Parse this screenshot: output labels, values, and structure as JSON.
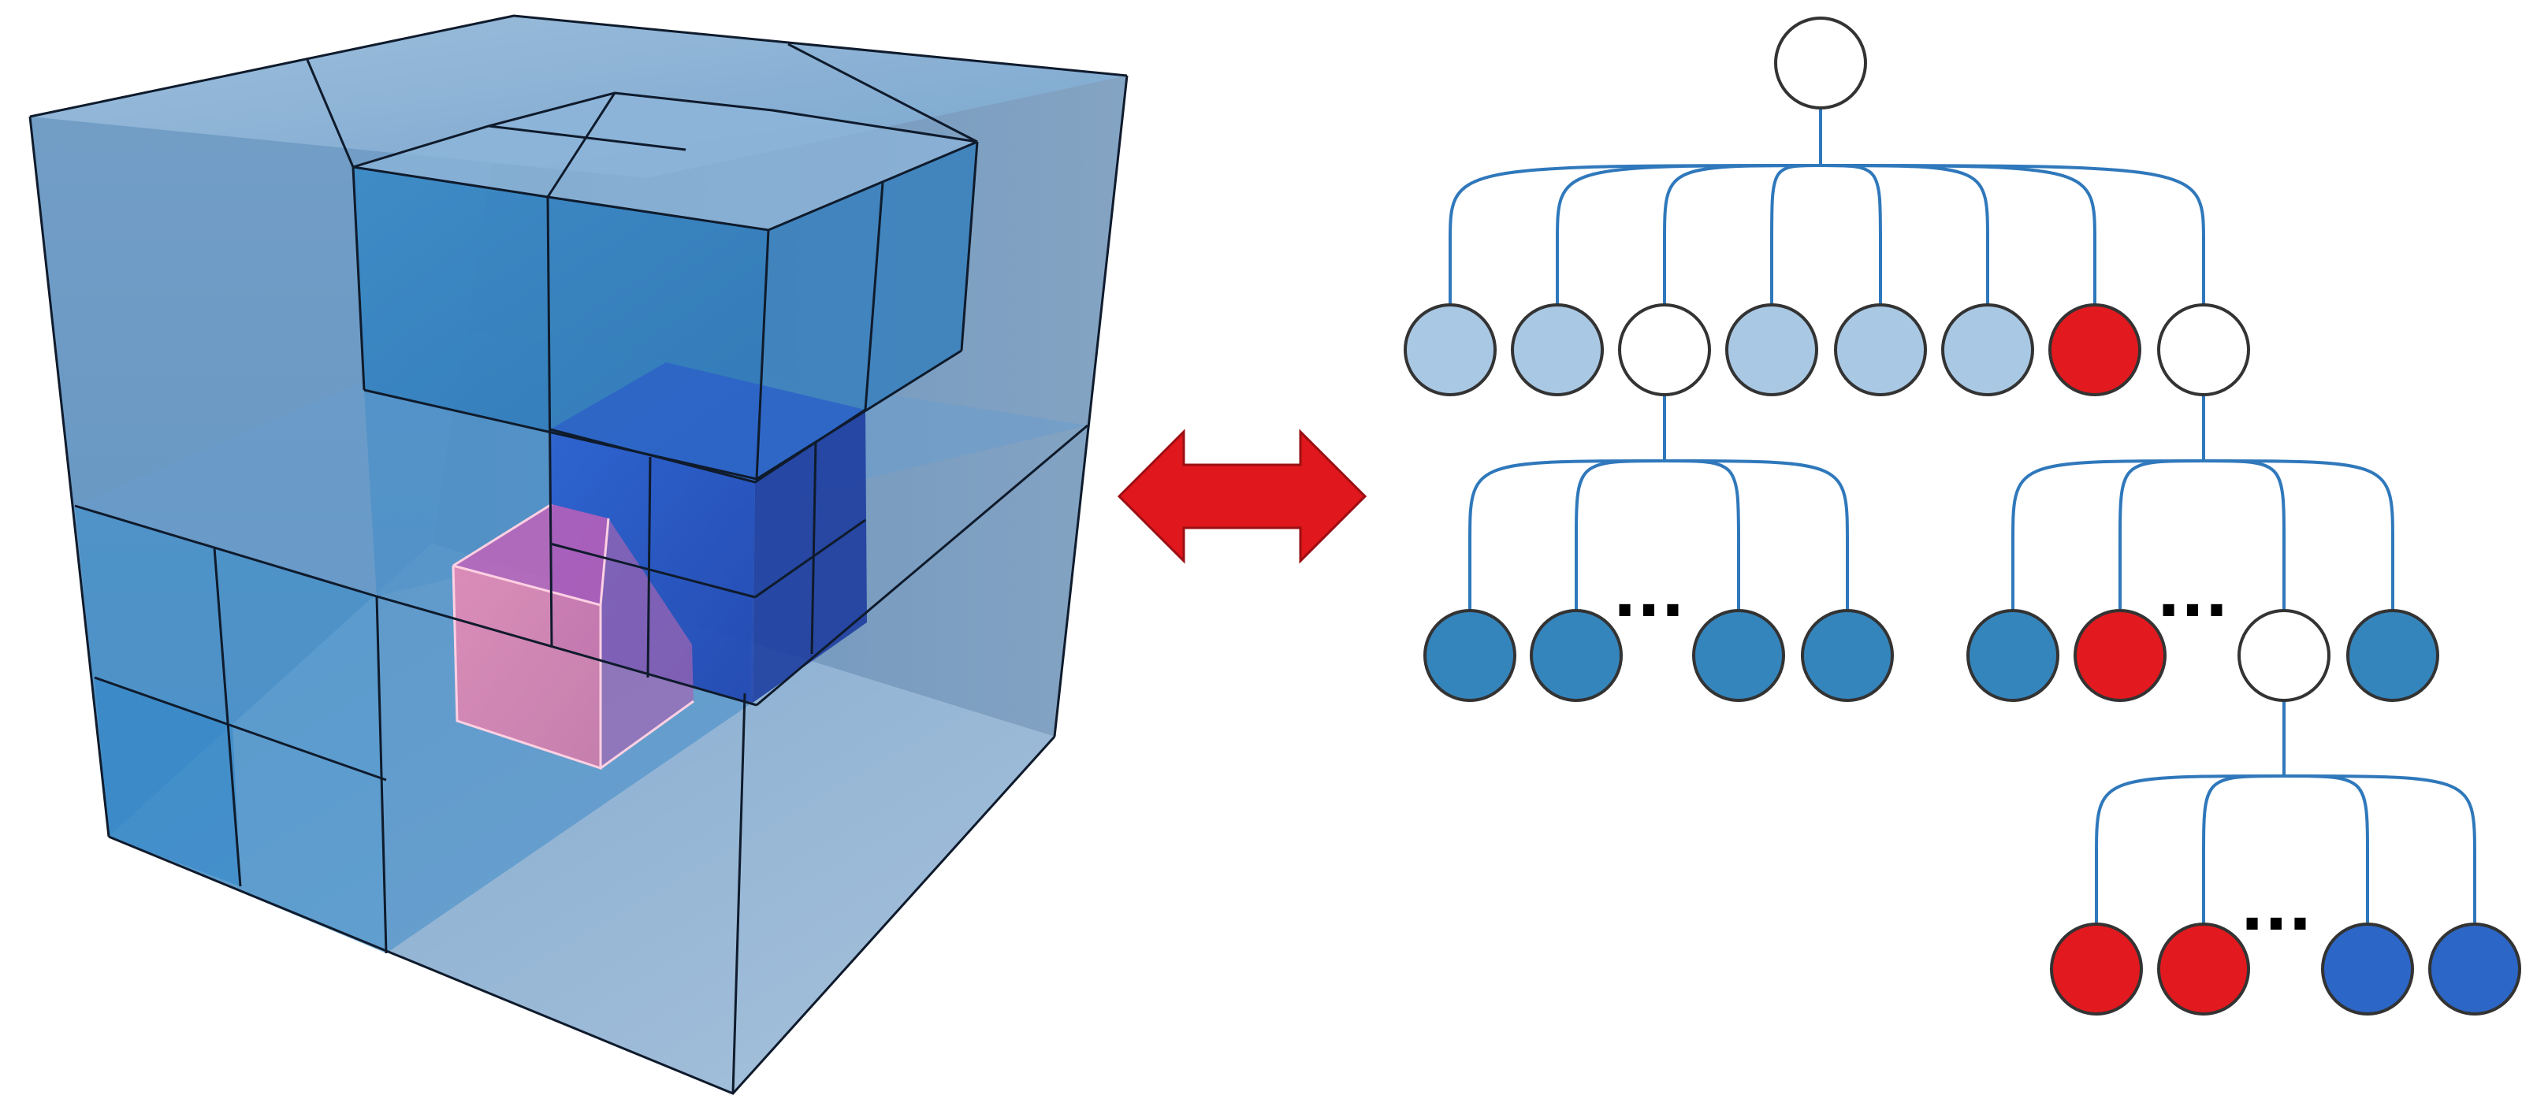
{
  "colors": {
    "cube_face_light": "#8fb3d3",
    "cube_face_mid": "#5f95c4",
    "cube_face_deep": "#2e7cc0",
    "cube_face_core": "#2453c8",
    "cube_edge": "#0f1b2c",
    "highlight_cube": "#e87aa6",
    "arrow_fill": "#e0171c",
    "arrow_stroke": "#9b0f13",
    "tree_line": "#2f78bb",
    "node_outline": "#333333",
    "level1_node": "#a9c8e4",
    "level2_node": "#3585bd",
    "level3_node": "#2c66c6",
    "occupied_node": "#e21a1f",
    "empty_node": "#ffffff"
  },
  "diagram": {
    "left_figure": "octree-cube-subdivision",
    "connector": "double-headed-arrow",
    "right_figure": "octree-tree",
    "ellipsis_text": "..."
  },
  "tree": {
    "root": {
      "kind": "empty"
    },
    "level1": [
      "light",
      "light",
      "empty",
      "light",
      "light",
      "light",
      "occupied",
      "empty"
    ],
    "groupA": [
      "mid",
      "mid",
      "ellipsis",
      "mid",
      "mid"
    ],
    "groupB": [
      "mid",
      "occupied",
      "ellipsis",
      "empty",
      "mid"
    ],
    "groupC": [
      "occupied",
      "occupied",
      "ellipsis",
      "deep",
      "deep"
    ]
  }
}
